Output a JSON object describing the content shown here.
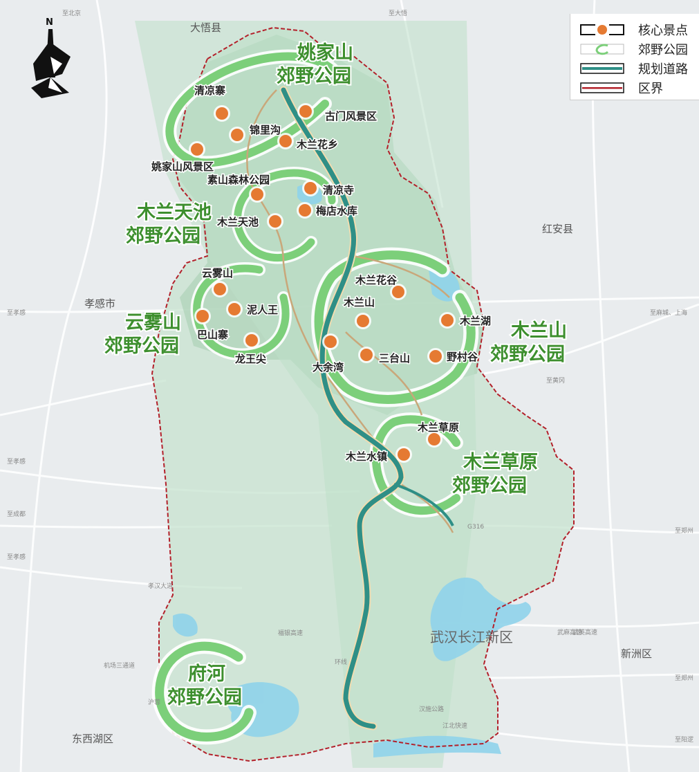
{
  "legend": {
    "core_spot": "核心景点",
    "country_park": "郊野公园",
    "planned_road": "规划道路",
    "district_boundary": "区界"
  },
  "north": "N",
  "parks": [
    {
      "line1": "姚家山",
      "line2": "郊野公园"
    },
    {
      "line1": "木兰天池",
      "line2": "郊野公园"
    },
    {
      "line1": "云雾山",
      "line2": "郊野公园"
    },
    {
      "line1": "木兰山",
      "line2": "郊野公园"
    },
    {
      "line1": "木兰草原",
      "line2": "郊野公园"
    },
    {
      "line1": "府河",
      "line2": "郊野公园"
    }
  ],
  "spots": [
    "清凉寨",
    "锦里沟",
    "古门风景区",
    "木兰花乡",
    "姚家山风景区",
    "素山森林公园",
    "清凉寺",
    "梅店水库",
    "木兰天池",
    "云雾山",
    "泥人王",
    "巴山寨",
    "龙王尖",
    "木兰花谷",
    "木兰山",
    "木兰湖",
    "大余湾",
    "三台山",
    "野村谷",
    "木兰草原",
    "木兰水镇"
  ],
  "regions": {
    "dawu": "大悟县",
    "hongan": "红安县",
    "xiaogan": "孝感市",
    "changjiang": "武汉长江新区",
    "xinzhou": "新洲区",
    "dongxihu": "东西湖区"
  },
  "minor_labels": [
    "至北京",
    "至大悟",
    "至孝感",
    "至孝感",
    "至孝感",
    "至成都",
    "至麻城、上海",
    "至郑州",
    "至黄冈",
    "至郑州",
    "至阳逻",
    "武英高速",
    "汉施公路",
    "江北快速",
    "环线",
    "孝汉大道",
    "福银高速",
    "机场三通道",
    "沪蓉",
    "G316",
    "武麻高速"
  ]
}
